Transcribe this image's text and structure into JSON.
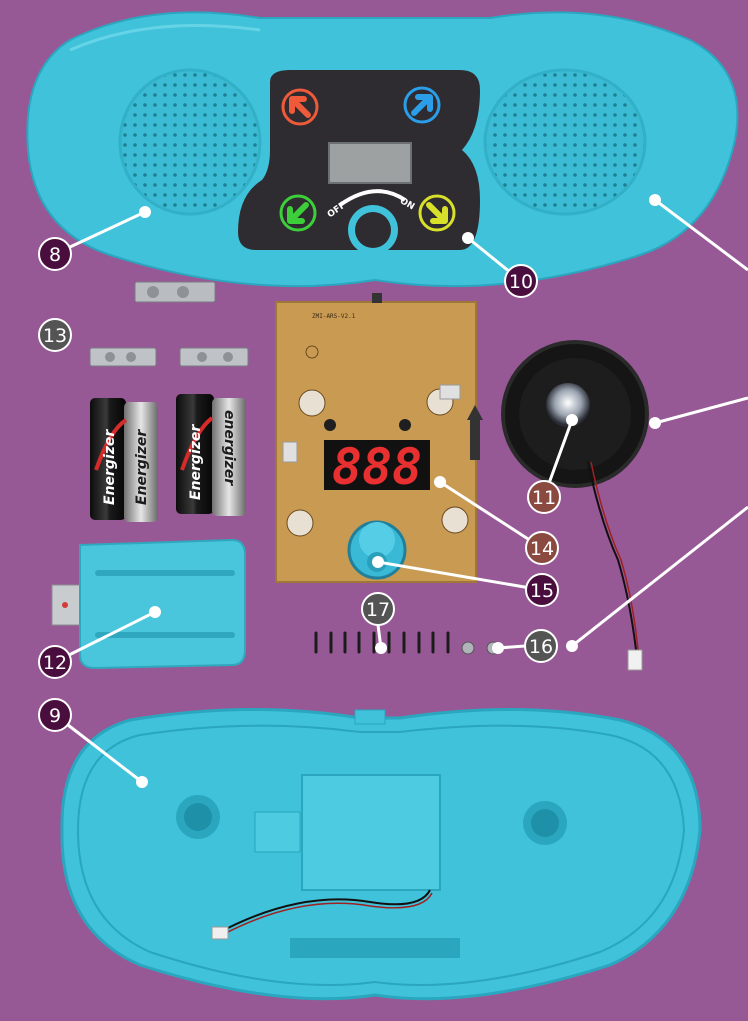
{
  "callouts": [
    {
      "id": "8",
      "color": "#4a0e3e"
    },
    {
      "id": "9",
      "color": "#4a0e3e"
    },
    {
      "id": "10",
      "color": "#4a0e3e"
    },
    {
      "id": "11",
      "color": "#8a4a40"
    },
    {
      "id": "12",
      "color": "#4a0e3e"
    },
    {
      "id": "13",
      "color": "#545454"
    },
    {
      "id": "14",
      "color": "#8a4a40"
    },
    {
      "id": "15",
      "color": "#4a0e3e"
    },
    {
      "id": "16",
      "color": "#545454"
    },
    {
      "id": "17",
      "color": "#545454"
    }
  ],
  "panel": {
    "off_label": "OFF",
    "on_label": "ON",
    "display_reading": "888"
  },
  "battery": {
    "brand": "Energizer",
    "brand_alt": "energizer"
  },
  "pcb": {
    "model_code": "ZMI-ARS-V2.1"
  },
  "colors": {
    "background": "#975996",
    "plastic": "#3fc2da",
    "panel": "#2e2c30",
    "pcb": "#c99a52",
    "arrow_red": "#ee5a3a",
    "arrow_blue": "#2a9ee8",
    "arrow_green": "#3ccf3a",
    "arrow_yellow": "#d8e02a",
    "segment": "#e83030"
  }
}
